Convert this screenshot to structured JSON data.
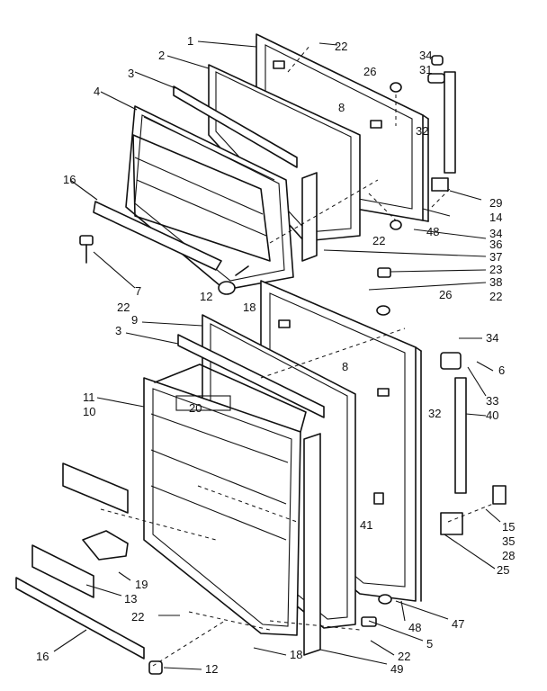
{
  "callouts": [
    {
      "id": "c1",
      "text": "1"
    },
    {
      "id": "c22a",
      "text": "22"
    },
    {
      "id": "c34a",
      "text": "34"
    },
    {
      "id": "c2",
      "text": "2"
    },
    {
      "id": "c31",
      "text": "31"
    },
    {
      "id": "c3a",
      "text": "3"
    },
    {
      "id": "c26a",
      "text": "26"
    },
    {
      "id": "c4",
      "text": "4"
    },
    {
      "id": "c8a",
      "text": "8"
    },
    {
      "id": "c32a",
      "text": "32"
    },
    {
      "id": "c16a",
      "text": "16"
    },
    {
      "id": "c29",
      "text": "29"
    },
    {
      "id": "c14",
      "text": "14"
    },
    {
      "id": "c34b",
      "text": "34"
    },
    {
      "id": "c22b",
      "text": "22"
    },
    {
      "id": "c48a",
      "text": "48"
    },
    {
      "id": "c36",
      "text": "36"
    },
    {
      "id": "c7",
      "text": "7"
    },
    {
      "id": "c37",
      "text": "37"
    },
    {
      "id": "c22c",
      "text": "22"
    },
    {
      "id": "c23",
      "text": "23"
    },
    {
      "id": "c12a",
      "text": "12"
    },
    {
      "id": "c18a",
      "text": "18"
    },
    {
      "id": "c38",
      "text": "38"
    },
    {
      "id": "c26b",
      "text": "26"
    },
    {
      "id": "c22d",
      "text": "22"
    },
    {
      "id": "c9",
      "text": "9"
    },
    {
      "id": "c3b",
      "text": "3"
    },
    {
      "id": "c34c",
      "text": "34"
    },
    {
      "id": "c8b",
      "text": "8"
    },
    {
      "id": "c6",
      "text": "6"
    },
    {
      "id": "c11",
      "text": "11"
    },
    {
      "id": "c10",
      "text": "10"
    },
    {
      "id": "c20",
      "text": "20"
    },
    {
      "id": "c33",
      "text": "33"
    },
    {
      "id": "c32b",
      "text": "32"
    },
    {
      "id": "c40",
      "text": "40"
    },
    {
      "id": "c41",
      "text": "41"
    },
    {
      "id": "c15",
      "text": "15"
    },
    {
      "id": "c35",
      "text": "35"
    },
    {
      "id": "c28",
      "text": "28"
    },
    {
      "id": "c25",
      "text": "25"
    },
    {
      "id": "c19",
      "text": "19"
    },
    {
      "id": "c13",
      "text": "13"
    },
    {
      "id": "c47",
      "text": "47"
    },
    {
      "id": "c22e",
      "text": "22"
    },
    {
      "id": "c48b",
      "text": "48"
    },
    {
      "id": "c5",
      "text": "5"
    },
    {
      "id": "c16b",
      "text": "16"
    },
    {
      "id": "c18b",
      "text": "18"
    },
    {
      "id": "c22f",
      "text": "22"
    },
    {
      "id": "c49",
      "text": "49"
    },
    {
      "id": "c12b",
      "text": "12"
    }
  ]
}
